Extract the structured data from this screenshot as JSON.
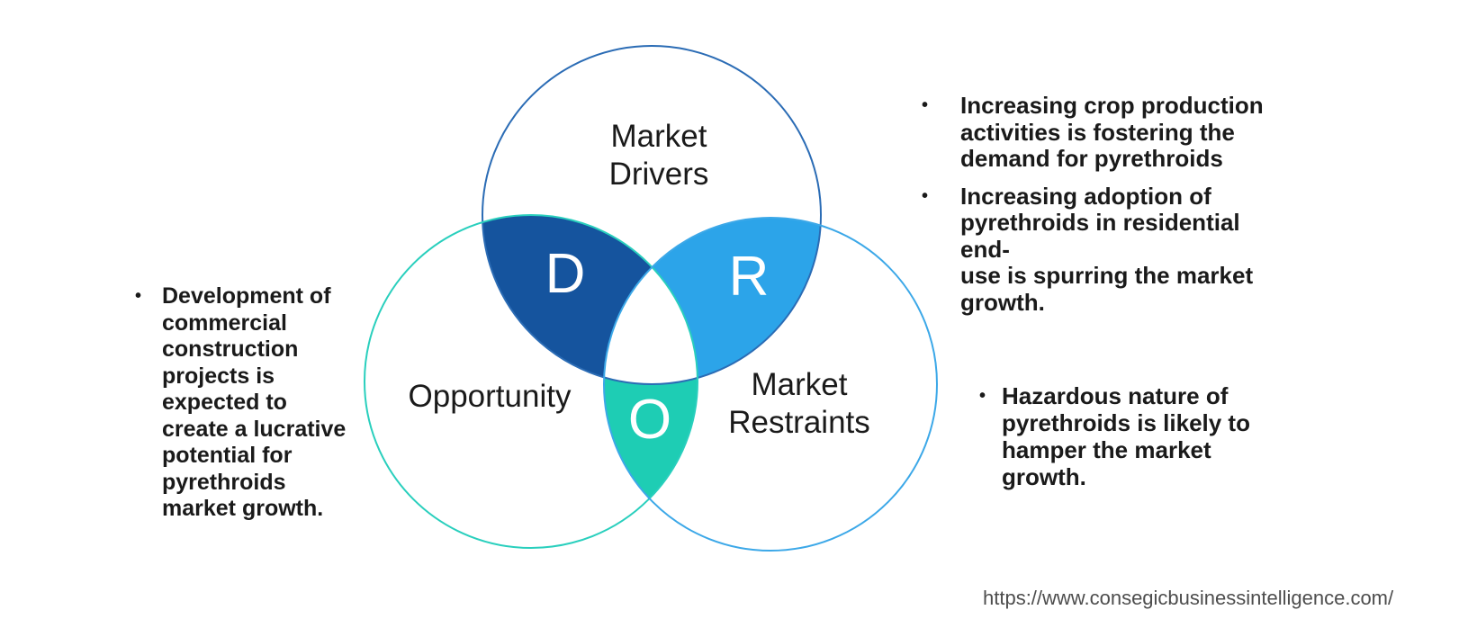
{
  "colors": {
    "background": "#FFFFFF",
    "text_color": "#1A1A1A",
    "letter_color": "#FFFFFF",
    "url_color": "#4D4D4D",
    "drivers_outline": "#2B6CB5",
    "opportunity_outline": "#29CFBD",
    "restraints_outline": "#3CA8E8",
    "d_fill": "#15549E",
    "r_fill": "#2CA4E9",
    "o_fill": "#1ECDB4"
  },
  "venn": {
    "drivers_label": "Market\nDrivers",
    "opportunity_label": "Opportunity",
    "restraints_label": "Market\nRestraints",
    "d_letter": "D",
    "r_letter": "R",
    "o_letter": "O"
  },
  "bullets": {
    "left": {
      "marker": "•",
      "text": "Development of\ncommercial\nconstruction\nprojects is\nexpected to\ncreate a lucrative\npotential for\npyrethroids\nmarket growth."
    },
    "top_right": [
      {
        "marker": "•",
        "text": "Increasing crop production\nactivities is fostering the\ndemand for pyrethroids"
      },
      {
        "marker": "•",
        "text": "Increasing adoption of\npyrethroids in residential end-\nuse is spurring the market\ngrowth."
      }
    ],
    "bottom_right": {
      "marker": "•",
      "text": "Hazardous nature of\npyrethroids is likely to\nhamper the market growth."
    }
  },
  "footer": {
    "url": "https://www.consegicbusinessintelligence.com/"
  }
}
